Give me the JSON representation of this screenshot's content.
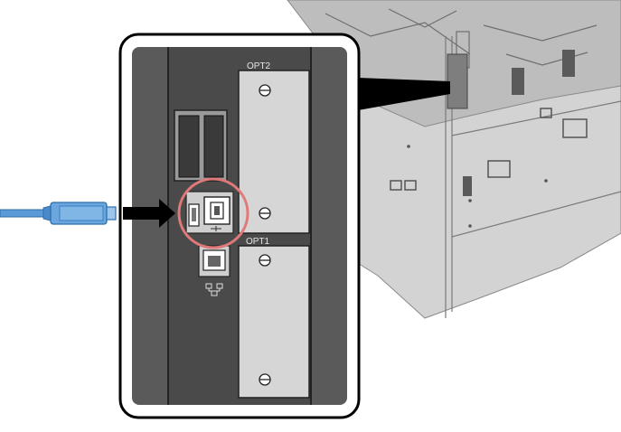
{
  "labels": {
    "opt2": "OPT2",
    "opt1": "OPT1"
  },
  "colors": {
    "background": "#ffffff",
    "machine_body": "#d3d3d3",
    "machine_shade": "#b4b4b4",
    "panel_dark": "#4a4a4a",
    "slot_cover": "#d6d6d6",
    "callout_circle": "#e07a7a",
    "usb_cable": "#5b9bd5",
    "arrow": "#000000"
  },
  "icons": {
    "usb_port": "usb-type-b-port",
    "network_port": "ethernet-port-icon",
    "insert_arrow": "arrow-right-icon"
  }
}
